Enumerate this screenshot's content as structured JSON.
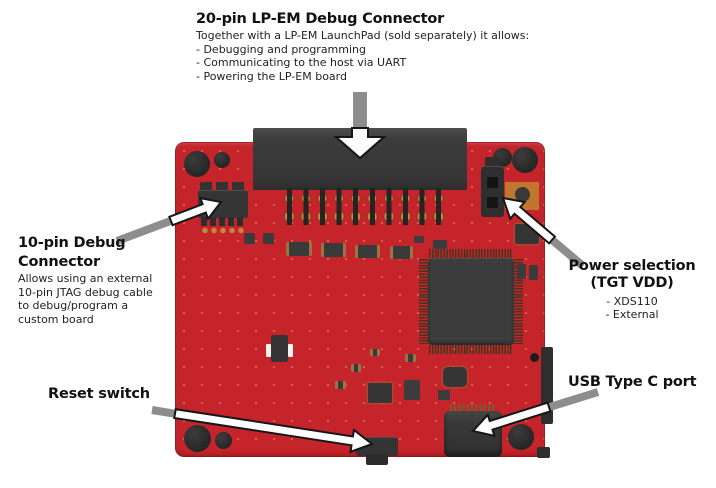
{
  "figure": {
    "type": "annotated hardware diagram",
    "subject": "red debug-probe PCB with callout arrows"
  },
  "colors": {
    "pcb_red": "#c5242b",
    "component_dark": "#3a3a3a",
    "copper_pad": "#c0762e",
    "gold_pad": "#c08a42",
    "arrow_gray": "#8d8d8d",
    "arrow_white": "#ffffff",
    "text": "#1b1b1b"
  },
  "annotations": {
    "debug20": {
      "title": "20-pin LP-EM Debug Connector",
      "subtitle": "Together with a LP-EM LaunchPad (sold separately) it allows:",
      "bullets": [
        "- Debugging and programming",
        "- Communicating to the host via UART",
        "- Powering the LP-EM board"
      ]
    },
    "debug10": {
      "title_lines": [
        "10-pin Debug",
        "Connector"
      ],
      "body_lines": [
        "Allows using an external",
        "10-pin JTAG debug cable",
        "to debug/program a",
        "custom board"
      ]
    },
    "power": {
      "title_line1": "Power selection",
      "title_line2": "(TGT VDD)",
      "bullets": [
        "- XDS110",
        "- External"
      ]
    },
    "reset": {
      "label": "Reset switch"
    },
    "usb": {
      "label": "USB Type C port"
    }
  }
}
